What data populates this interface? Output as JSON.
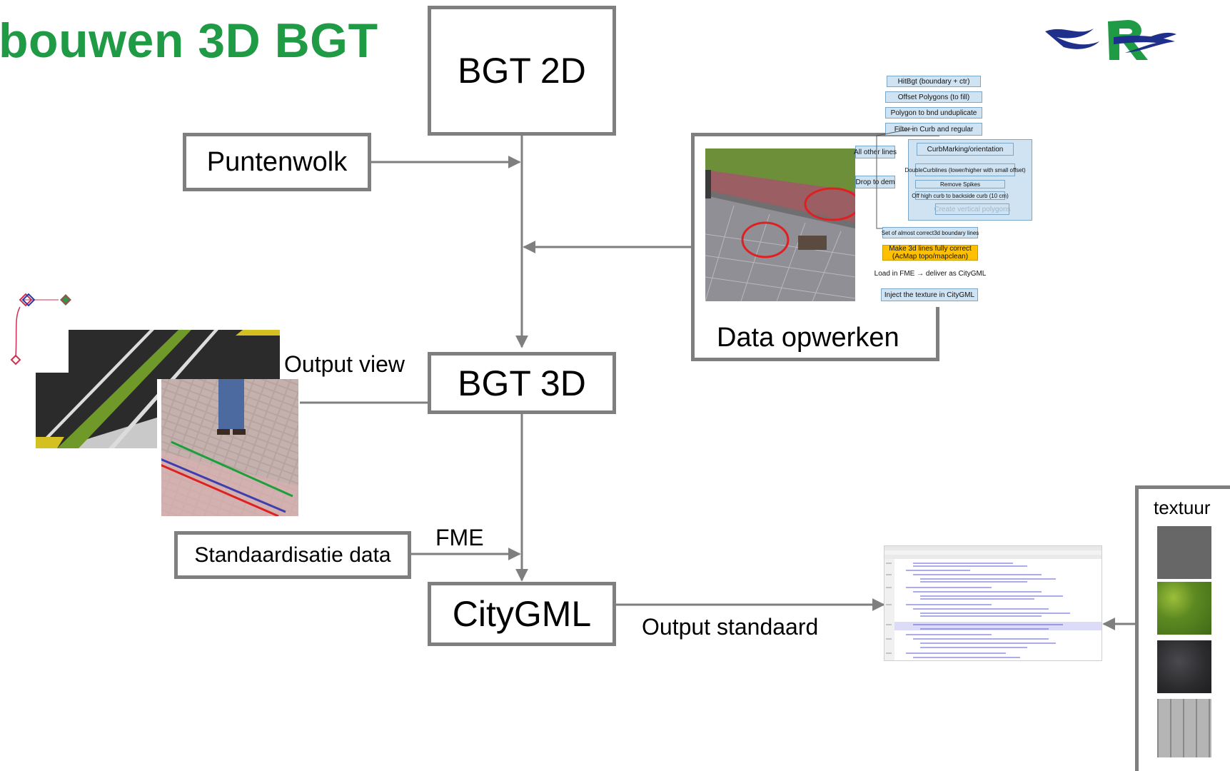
{
  "title": "bouwen 3D BGT",
  "nodes": {
    "bgt2d": "BGT 2D",
    "puntenwolk": "Puntenwolk",
    "bgt3d": "BGT 3D",
    "standaardisatie": "Standaardisatie data",
    "citygml": "CityGML",
    "data_opwerken": "Data opwerken",
    "textuur": "textuur"
  },
  "labels": {
    "output_view": "Output view",
    "fme": "FME",
    "output_standaard": "Output standaard"
  },
  "flowchart": {
    "steps": [
      "HitBgt (boundary + ctr)",
      "Offset Polygons (to fill)",
      "Polygon to bnd unduplicate",
      "Filter in Curb and regular",
      "All other lines",
      "Drop to dem",
      "CurbMarking/orientation",
      "DoubleCurblines (lower/higher with small offset)",
      "Remove Spikes",
      "Off high curb to backside curb (10 cm)",
      "Create vertical polygons",
      "Set of almost correct3d boundary lines",
      "Make 3d lines fully correct",
      "(AcMap topo/mapclean)",
      "Load in FME → deliver as CityGML",
      "Inject the texture in CityGML"
    ]
  },
  "colors": {
    "title_green": "#1f9a45",
    "box_border": "#7f7f7f",
    "arrow": "#7f7f7f",
    "flow_box": "#cfe3f3",
    "flow_highlight": "#ffc000",
    "logo_blue": "#1f2f8c",
    "logo_green": "#1f9a45"
  },
  "icons": [
    "logo-emblem",
    "gizmo-icon"
  ]
}
